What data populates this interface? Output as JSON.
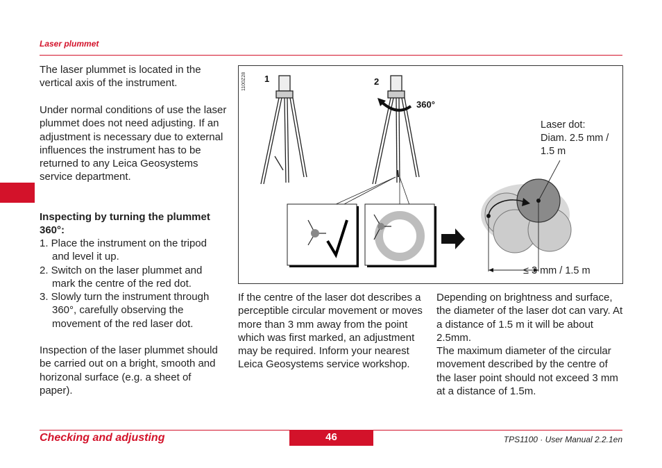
{
  "header": {
    "section_title": "Laser plummet"
  },
  "column1": {
    "para1": "The laser plummet is located in the vertical axis of the instrument.",
    "para2": "Under normal conditions of use the laser plummet does not need adjusting. If an adjustment is necessary due to external influences the instrument has to be returned to any Leica Geosystems service department.",
    "heading": "Inspecting by turning the plummet 360°:",
    "steps": [
      "1. Place the instrument on the tripod and level it up.",
      "2. Switch on the laser plummet and mark the centre of the red dot.",
      "3. Slowly turn the instrument through 360°, carefully observing the movement of the red laser dot."
    ],
    "para3": "Inspection of  the laser plummet should be carried out on a bright, smooth and horizonal surface (e.g. a sheet of paper)."
  },
  "column2": {
    "para1": "If the centre of the laser dot describes a perceptible circular movement or moves more than 3 mm away from the point which was first marked, an adjustment may be required. Inform your nearest Leica Geosystems service workshop."
  },
  "column3": {
    "para1": "Depending on brightness and surface, the diameter of the laser dot can vary. At a distance of 1.5 m it will be about 2.5mm.",
    "para2": "The maximum diameter of the circular movement described by the centre of the laser point should not exceed 3 mm at a distance of 1.5m."
  },
  "figure": {
    "code": "1100Z28",
    "label1": "1",
    "label2": "2",
    "rotation": "360°",
    "laser_dot_line1": "Laser dot:",
    "laser_dot_line2": "Diam. 2.5 mm /",
    "laser_dot_line3": "1.5 m",
    "movement_label": "≤ 3 mm / 1.5 m"
  },
  "footer": {
    "chapter": "Checking and adjusting",
    "page_number": "46",
    "manual": "TPS1100 · User Manual  2.2.1en"
  },
  "colors": {
    "accent": "#d3122a"
  }
}
